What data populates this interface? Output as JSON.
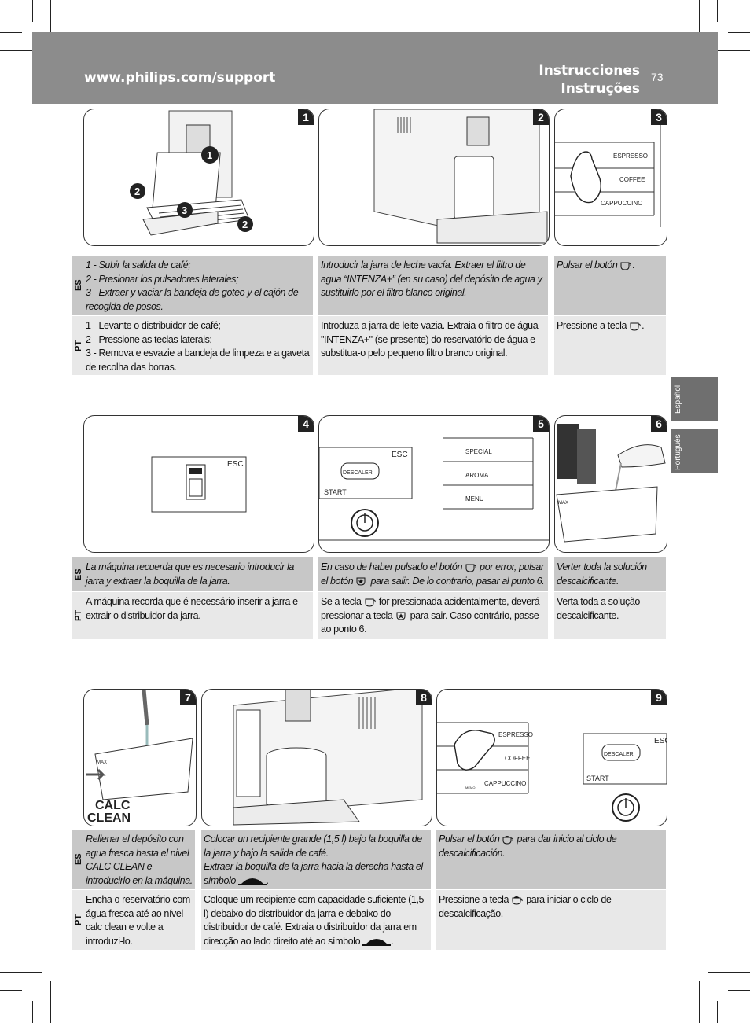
{
  "header": {
    "url": "www.philips.com/support",
    "title_es": "Instrucciones",
    "title_pt": "Instruções",
    "page_number": "73"
  },
  "side_tabs": [
    "Español",
    "Português"
  ],
  "lang_codes": {
    "es": "ES",
    "pt": "PT"
  },
  "steps": [
    {
      "n": "1",
      "es": "1 - Subir la salida de café;\n2 - Presionar los pulsadores laterales;\n3 - Extraer y vaciar la bandeja de goteo y el cajón de recogida de posos.",
      "pt": "1 - Levante o distribuidor de café;\n2 - Pressione as teclas laterais;\n3 - Remova e esvazie a bandeja de limpeza e a gaveta de recolha das borras."
    },
    {
      "n": "2",
      "es": "Introducir la jarra de leche vacía. Extraer el filtro de agua “INTENZA+” (en su caso) del depósito de agua y sustituirlo por el filtro blanco original.",
      "pt": "Introduza a jarra de leite vazia. Extraia o filtro de água \"INTENZA+\" (se presente) do reservatório de água e substitua-o pelo pequeno filtro branco original."
    },
    {
      "n": "3",
      "es": "Pulsar el botón",
      "pt": "Pressione a tecla"
    },
    {
      "n": "4",
      "es": "La máquina recuerda que es necesario introducir la jarra y extraer la boquilla de la jarra.",
      "pt": "A máquina recorda que é necessário inserir a jarra e extrair o distribuidor da jarra."
    },
    {
      "n": "5",
      "es_a": "En caso de haber pulsado el botón",
      "es_b": "por error, pulsar el botón",
      "es_c": "para salir. De lo contrario, pasar al punto 6.",
      "pt_a": "Se a tecla",
      "pt_b": "for pressionada acidentalmente, deverá pressionar a tecla",
      "pt_c": "para sair. Caso contrário, passe ao ponto 6."
    },
    {
      "n": "6",
      "es": "Verter toda la solución descalcificante.",
      "pt": "Verta toda a solução descalcificante."
    },
    {
      "n": "7",
      "es": "Rellenar el depósito con agua fresca hasta el nivel CALC CLEAN e introducirlo en la máquina.",
      "pt": "Encha o reservatório com água fresca até ao nível calc clean e volte a introduzi-lo."
    },
    {
      "n": "8",
      "es_a": "Colocar un recipiente grande (1,5 l) bajo la boquilla de la jarra y bajo la salida de café.",
      "es_b": "Extraer la boquilla de la jarra hacia la derecha hasta el símbolo",
      "pt": "Coloque um recipiente com capacidade suficiente (1,5 l) debaixo do distribuidor da jarra e debaixo do distribuidor de café. Extraia o distribuidor da jarra em direcção ao lado direito até ao símbolo"
    },
    {
      "n": "9",
      "es_a": "Pulsar el botón",
      "es_b": "para dar inicio al ciclo de descalcificación.",
      "pt_a": "Pressione a tecla",
      "pt_b": "para iniciar o ciclo de descalcificação."
    }
  ],
  "panel_text": {
    "espresso": "ESPRESSO",
    "coffee": "COFFEE",
    "cappuccino": "CAPPUCCINO",
    "memo": "MEMO",
    "special": "SPECIAL",
    "aroma": "AROMA",
    "menu": "MENU",
    "esc": "ESC",
    "descaler": "DESCALER",
    "start": "START",
    "calc_clean_1": "CALC",
    "calc_clean_2": "CLEAN",
    "max": "MAX"
  }
}
